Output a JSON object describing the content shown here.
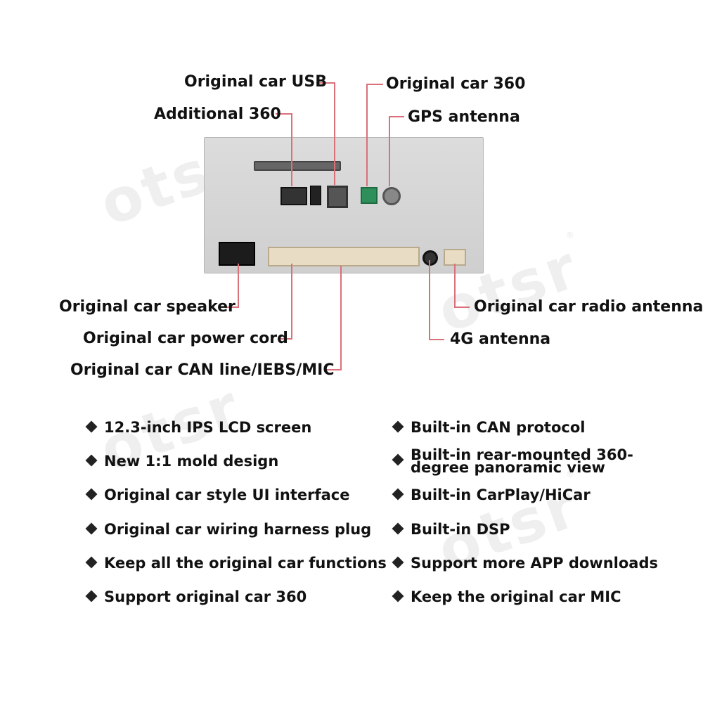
{
  "watermark": {
    "text": "otsr",
    "mark": "®"
  },
  "labels": {
    "original_car_usb": "Original car USB",
    "additional_360": "Additional 360",
    "original_car_360": "Original car 360",
    "gps_antenna": "GPS antenna",
    "original_car_speaker": "Original car speaker",
    "original_car_power_cord": "Original car power cord",
    "original_car_can_line": "Original car CAN line/IEBS/MIC",
    "original_car_radio_antenna": "Original car radio antenna",
    "antenna_4g": "4G antenna"
  },
  "features_left": [
    "12.3-inch IPS LCD screen",
    "New 1:1 mold design",
    "Original car style UI interface",
    "Original car wiring harness plug",
    "Keep all the original car functions",
    "Support original car 360"
  ],
  "features_right": [
    "Built-in CAN protocol",
    "Built-in rear-mounted 360-degree panoramic view",
    "Built-in CarPlay/HiCar",
    "Built-in DSP",
    "Support more APP downloads",
    "Keep the original car MIC"
  ],
  "colors": {
    "leader_line": "#d9707a",
    "device_body": "#d4d4d4",
    "connector": "#e8dcc4",
    "green_port": "#2f8f5a"
  }
}
